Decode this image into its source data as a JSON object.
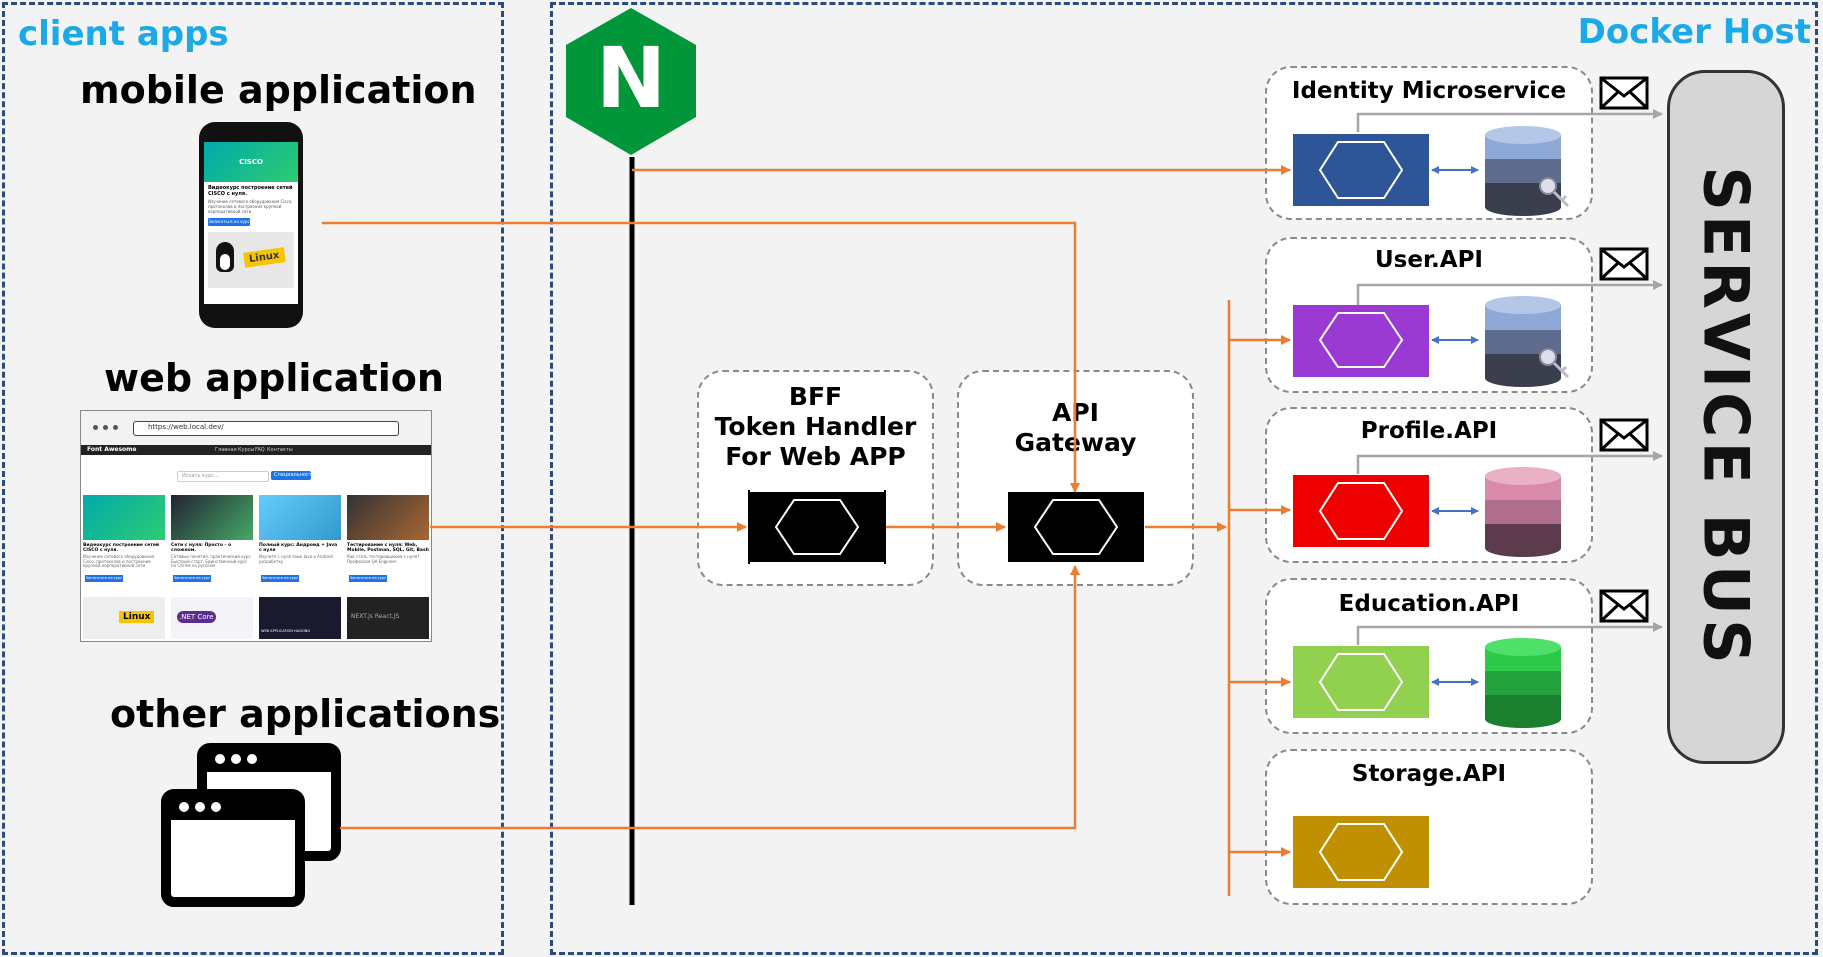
{
  "client_region": {
    "title": "client apps"
  },
  "docker_region": {
    "title": "Docker Host"
  },
  "apps": {
    "mobile": "mobile application",
    "web": "web application",
    "other": "other applications"
  },
  "mobile_screen": {
    "brand": "CISCO",
    "heading": "Видеокурс построение сетей CISCO с нуля.",
    "text": "Изучение сетевого оборудования Cisco, протоколов и построения крупной корпоративной сети",
    "button": "Записаться на курс",
    "linux": "Linux"
  },
  "web_screen": {
    "url": "https://web.local.dev/",
    "nav_brand": "Font Awesome",
    "nav_links": [
      "Главная",
      "Курсы",
      "FAQ",
      "Контакты"
    ],
    "search_placeholder": "Искать курс...",
    "search_button": "Специальности",
    "cards": [
      {
        "title": "Видеокурс построение сетей CISCO с нуля.",
        "text": "Изучение сетевого оборудования Cisco, протоколов и построения крупной корпоративной сети",
        "button": "Записаться на курс"
      },
      {
        "title": "Сети с нуля: Просто - о сложном.",
        "text": "Сетевые понятия, практический курс. Быстрый старт. Единственный курс по Сетям на русском",
        "button": "Записаться на курс"
      },
      {
        "title": "Полный курс: Андроид + Java с нуля",
        "text": "Изучите с нуля язык Java и Android разработку",
        "button": "Записаться на курс"
      },
      {
        "title": "Тестирование с нуля: Web, Mobile, Postman, SQL, Git, Bash",
        "text": "Как стать тестировщиком с нуля? Профессия QA Engineer",
        "button": "Записаться на курс"
      }
    ],
    "bottom": [
      "Linux",
      ".NET Core",
      "WEB APPLICATION HACKING",
      "NEXT.js React.JS"
    ]
  },
  "nginx": {
    "letter": "N",
    "color": "#009639"
  },
  "bff": {
    "lines": [
      "BFF",
      "Token Handler",
      "For Web APP"
    ]
  },
  "gateway": {
    "lines": [
      "API",
      "Gateway"
    ]
  },
  "services": [
    {
      "label": "Identity Microservice",
      "color": "#2e5597",
      "db": "slate-key"
    },
    {
      "label": "User.API",
      "color": "#9b3ad2",
      "db": "slate-key"
    },
    {
      "label": "Profile.API",
      "color": "#ee0000",
      "db": "pink"
    },
    {
      "label": "Education.API",
      "color": "#92d050",
      "db": "green"
    },
    {
      "label": "Storage.API",
      "color": "#c09000",
      "db": ""
    }
  ],
  "service_bus": {
    "label": "SERVICE BUS"
  },
  "colors": {
    "arrow": "#ed7d31",
    "dashed_border": "#2c4a82",
    "title": "#1ba9e8",
    "db_link": "#4472c4",
    "bus_link": "#a6a6a6"
  },
  "icons": {
    "mail": "envelope-icon",
    "window": "browser-window-icon",
    "hexagon": "microservice-hexagon-icon",
    "database": "database-icon",
    "key": "key-icon"
  }
}
